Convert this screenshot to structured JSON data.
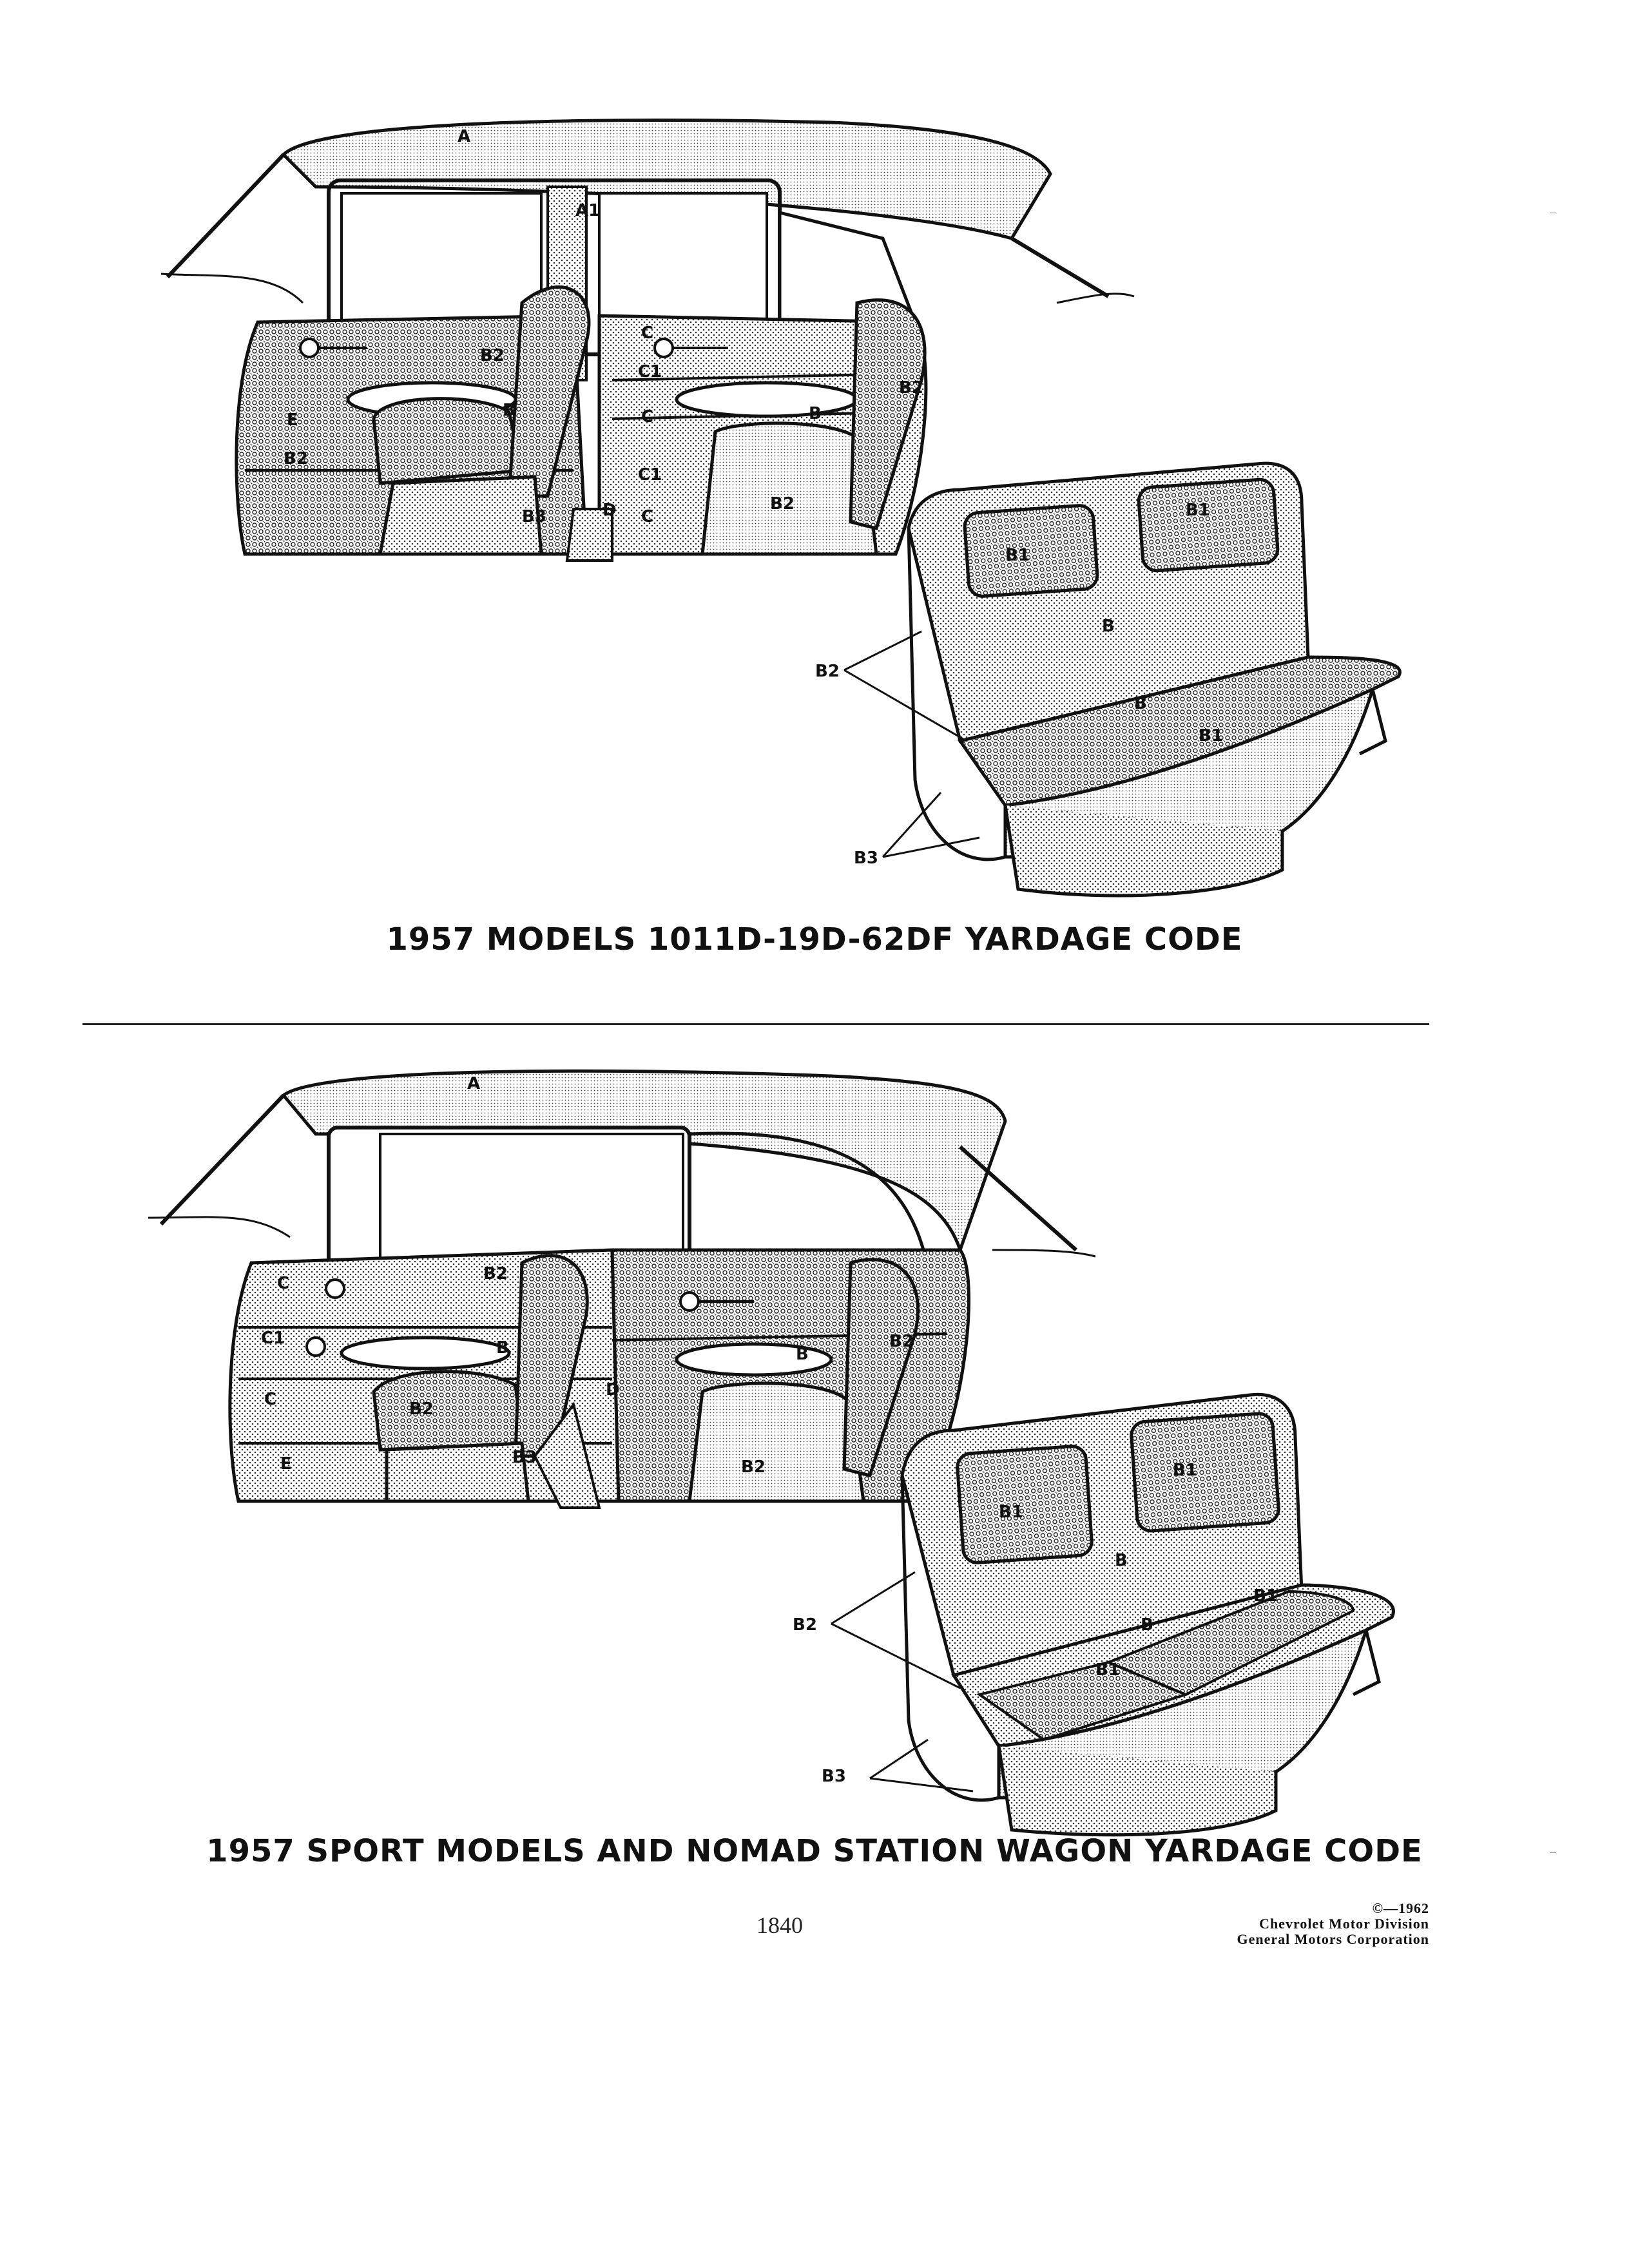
{
  "captions": {
    "top": "1957 MODELS 1011D-19D-62DF YARDAGE CODE",
    "bottom": "1957 SPORT MODELS AND NOMAD STATION WAGON YARDAGE CODE"
  },
  "page_number": "1840",
  "credit": {
    "copyright": "©—1962",
    "line1": "Chevrolet Motor Division",
    "line2": "General Motors Corporation"
  },
  "labels": {
    "A": "A",
    "A1": "A1",
    "B": "B",
    "B1": "B1",
    "B2": "B2",
    "B3": "B3",
    "C": "C",
    "C1": "C1",
    "D": "D",
    "E": "E"
  }
}
